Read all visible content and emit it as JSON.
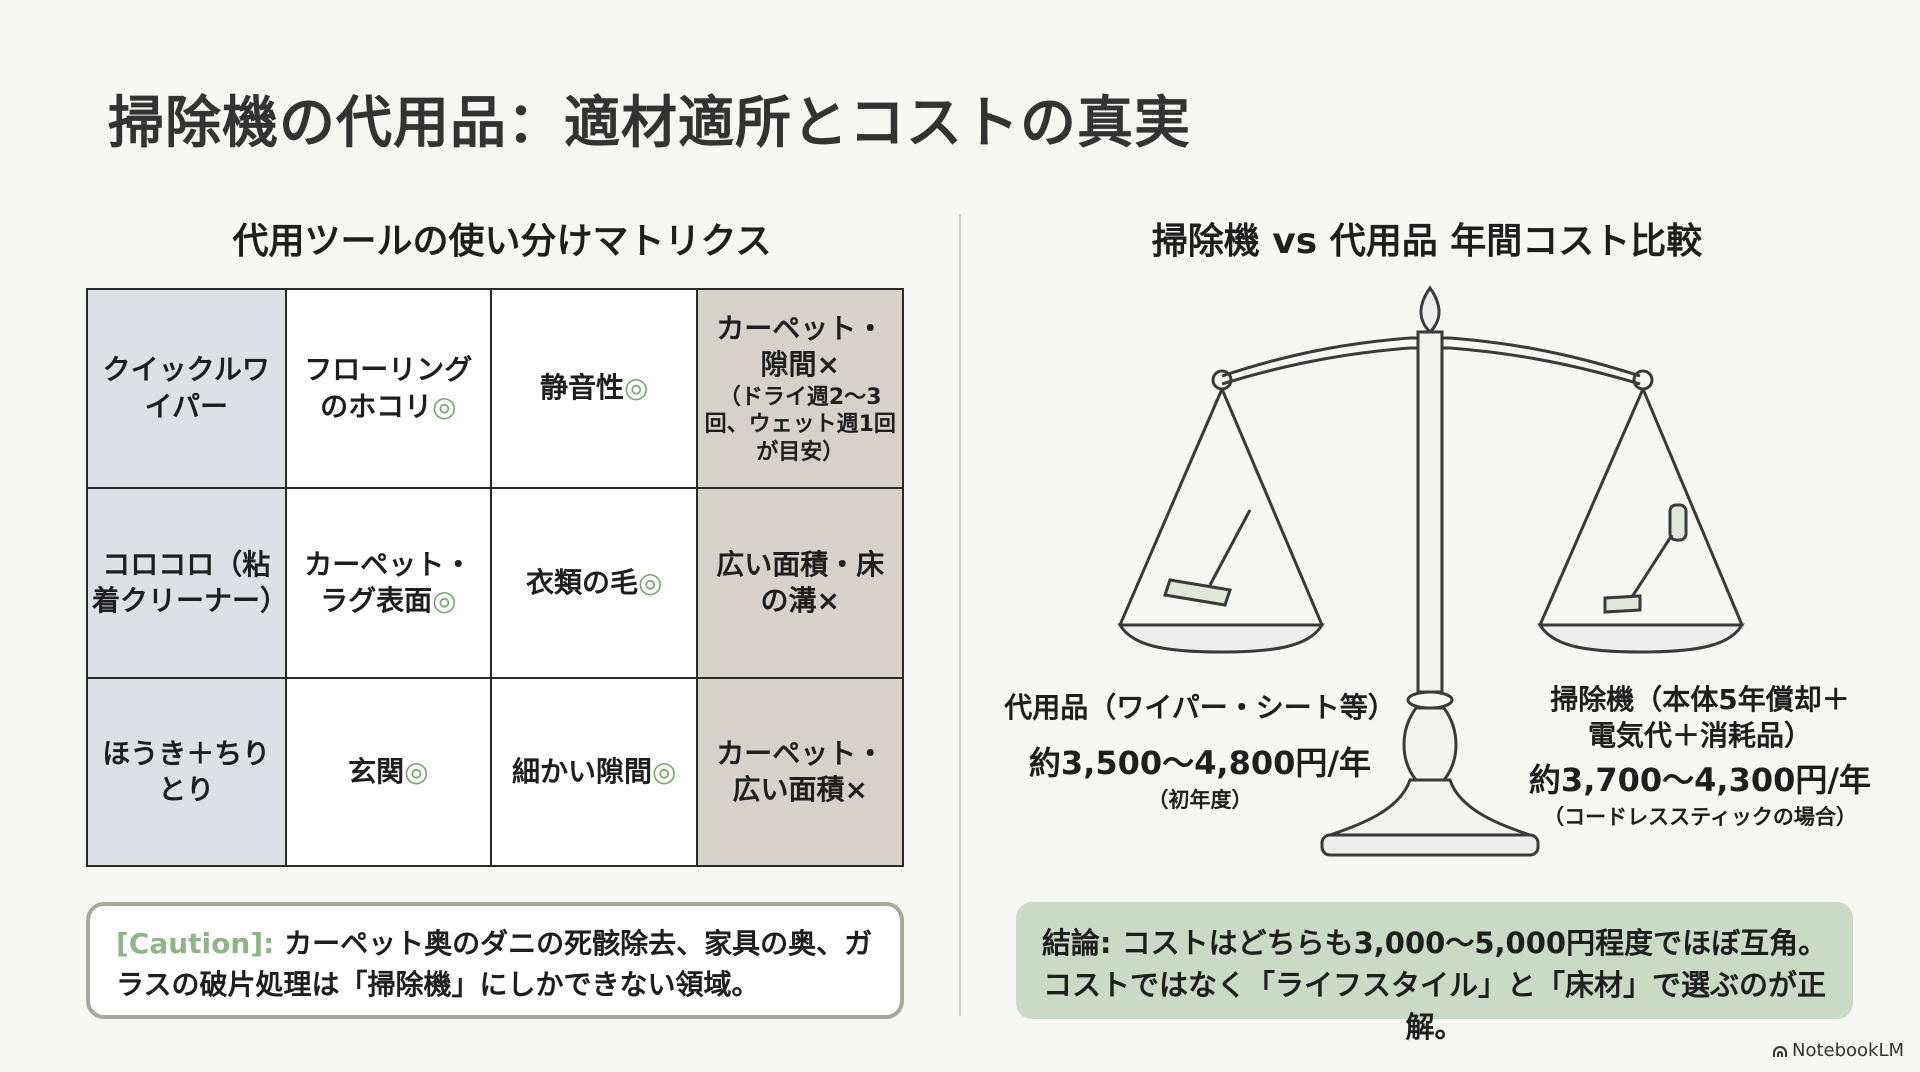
{
  "title": "掃除機の代用品：適材適所とコストの真実",
  "left": {
    "subtitle": "代用ツールの使い分けマトリクス",
    "rows": [
      {
        "tool": "クイックルワイパー",
        "good1": "フローリングのホコリ",
        "good2": "静音性",
        "bad": "カーペット・隙間×",
        "bad_note": "（ドライ週2〜3回、ウェット週1回が目安）"
      },
      {
        "tool": "コロコロ（粘着クリーナー）",
        "good1": "カーペット・ラグ表面",
        "good2": "衣類の毛",
        "bad": "広い面積・床の溝×",
        "bad_note": ""
      },
      {
        "tool": "ほうき＋ちりとり",
        "good1": "玄関",
        "good2": "細かい隙間",
        "bad": "カーペット・広い面積×",
        "bad_note": ""
      }
    ],
    "good_mark": "◎",
    "caution": {
      "tag": "[Caution]:",
      "text": " カーペット奥のダニの死骸除去、家具の奥、ガラスの破片処理は「掃除機」にしかできない領域。"
    }
  },
  "right": {
    "subtitle": "掃除機 vs 代用品 年間コスト比較",
    "alt": {
      "name": "代用品（ワイパー・シート等）",
      "price": "約3,500〜4,800円/年",
      "note": "（初年度）"
    },
    "vacuum": {
      "name1": "掃除機（本体5年償却＋",
      "name2": "電気代＋消耗品）",
      "price": "約3,700〜4,300円/年",
      "note": "（コードレススティックの場合）"
    },
    "conclusion1": "結論: コストはどちらも3,000〜5,000円程度でほぼ互角。",
    "conclusion2": "コストではなく「ライフスタイル」と「床材」で選ぶのが正解。"
  },
  "branding": "NotebookLM"
}
